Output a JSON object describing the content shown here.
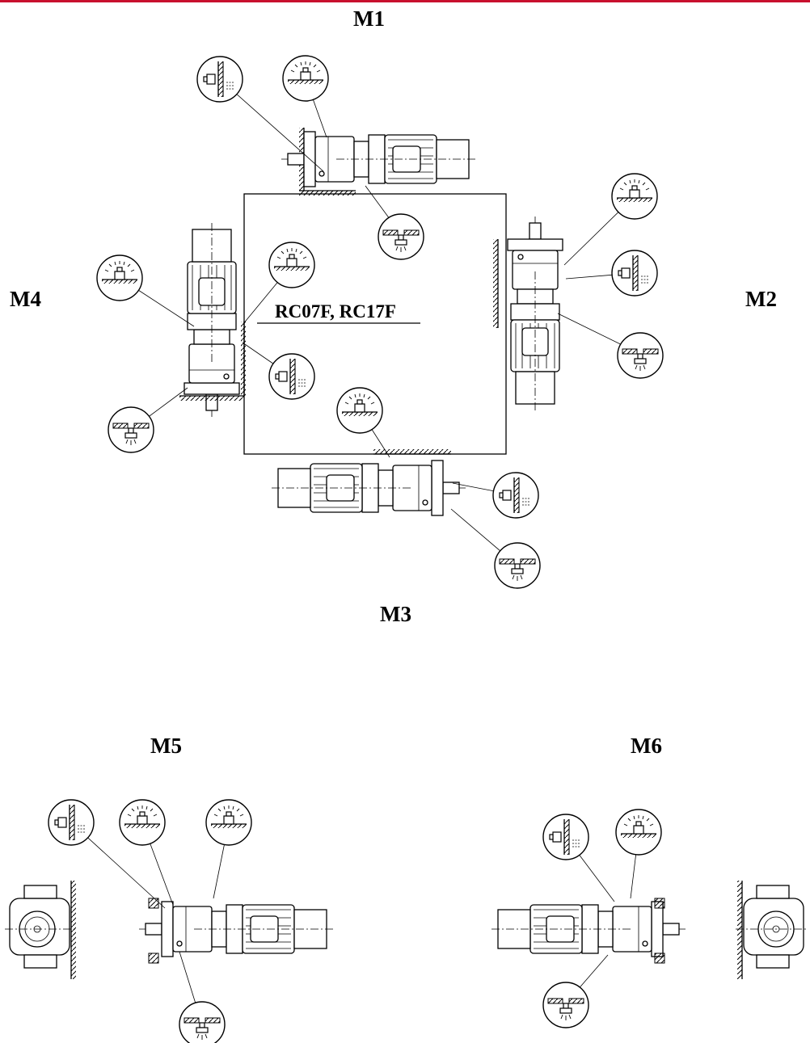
{
  "positions": {
    "m1": "M1",
    "m2": "M2",
    "m3": "M3",
    "m4": "M4",
    "m5": "M5",
    "m6": "M6"
  },
  "model": "RC07F, RC17F",
  "colors": {
    "accent": "#c8102e",
    "line": "#000000"
  },
  "icons": {
    "vent": "vent-plug-icon",
    "level": "oil-level-plug-icon",
    "drain": "oil-drain-plug-icon"
  }
}
